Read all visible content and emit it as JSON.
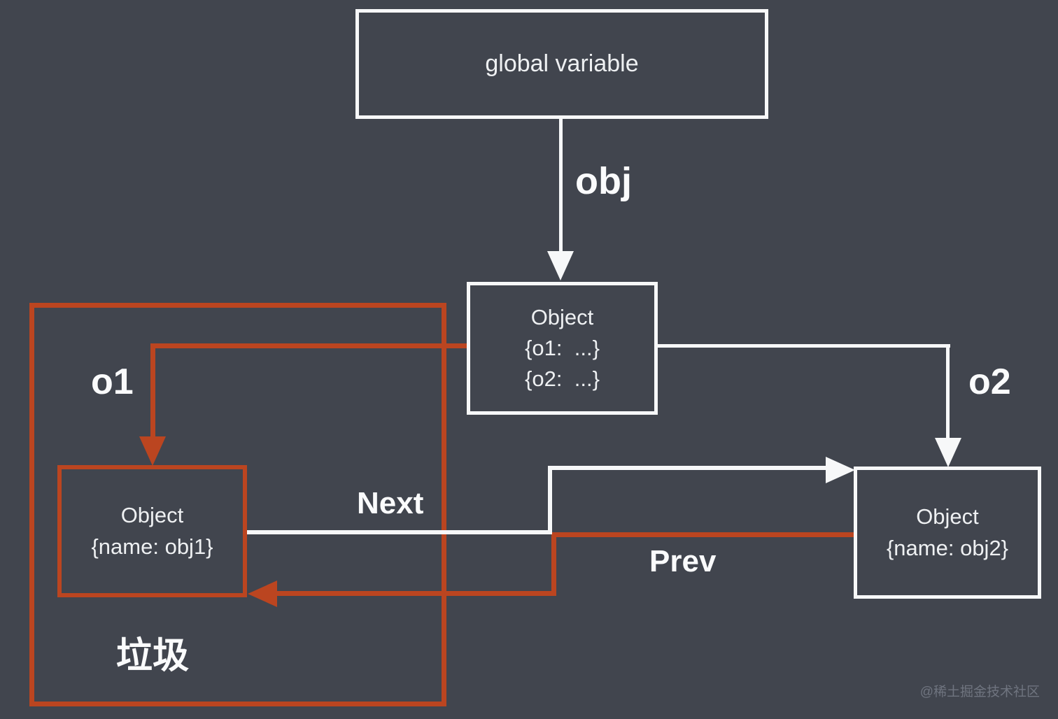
{
  "colors": {
    "background": "#41454e",
    "line_white": "#f7f8f9",
    "line_red": "#bb4520",
    "watermark_text": "#7b808c"
  },
  "nodes": {
    "global_box": {
      "label": "global variable"
    },
    "root_object": {
      "title": "Object",
      "prop1": "{o1:  ...}",
      "prop2": "{o2:  ...}"
    },
    "obj1": {
      "title": "Object",
      "prop1": "{name: obj1}"
    },
    "obj2": {
      "title": "Object",
      "prop1": "{name: obj2}"
    }
  },
  "edges": {
    "obj": "obj",
    "o1": "o1",
    "o2": "o2",
    "next": "Next",
    "prev": "Prev"
  },
  "annotations": {
    "garbage": "垃圾",
    "watermark": "@稀土掘金技术社区"
  }
}
